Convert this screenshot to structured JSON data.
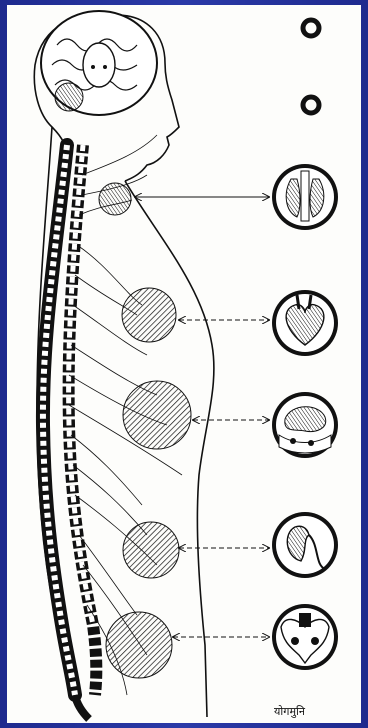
{
  "caption": "योगमुनि",
  "colors": {
    "frame": "#2b3aa8",
    "paper": "#fdfdfb",
    "ink": "#111111"
  },
  "figure": {
    "upper_markers": [
      "ring-marker",
      "ring-marker"
    ],
    "plexus_count": 5,
    "organ_icons": [
      "thyroid-icon",
      "heart-icon",
      "stomach-icon",
      "kidney-icon",
      "pelvis-icon"
    ]
  }
}
